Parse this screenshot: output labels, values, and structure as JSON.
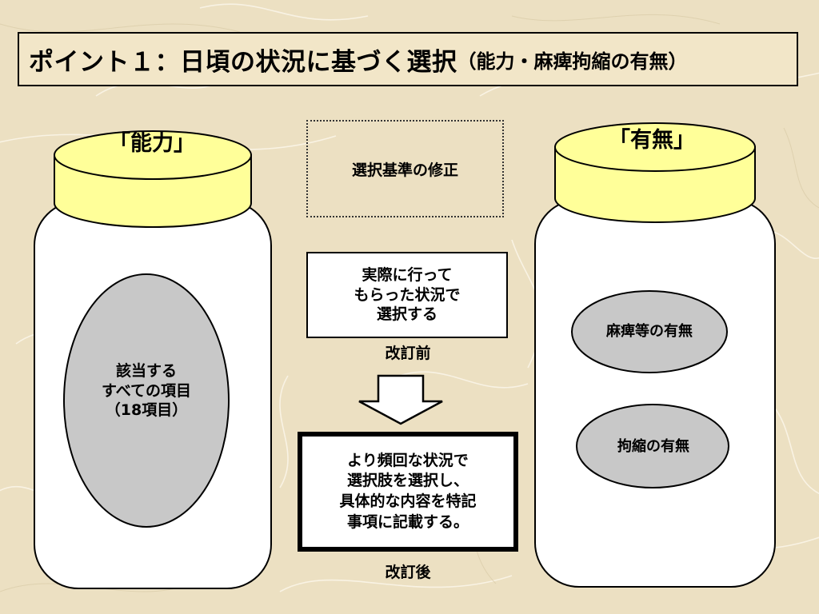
{
  "title": {
    "main": "ポイント１：日頃の状況に基づく選択",
    "sub": "（能力・麻痺拘縮の有無）"
  },
  "left_jar": {
    "label": "「能力」",
    "oval_text": "該当する\nすべての項目\n（18項目）"
  },
  "right_jar": {
    "label": "「有無」",
    "oval1": "麻痺等の有無",
    "oval2": "拘縮の有無"
  },
  "center": {
    "revision_heading": "選択基準の修正",
    "before_box": "実際に行って\nもらった状況で\n選択する",
    "before_label": "改訂前",
    "after_box": "より頻回な状況で\n選択肢を選択し、\n具体的な内容を特記\n事項に記載する。",
    "after_label": "改訂後"
  },
  "colors": {
    "background": "#ece0c2",
    "jar_lid": "#ffff99",
    "oval_fill": "#c8c8c8"
  }
}
